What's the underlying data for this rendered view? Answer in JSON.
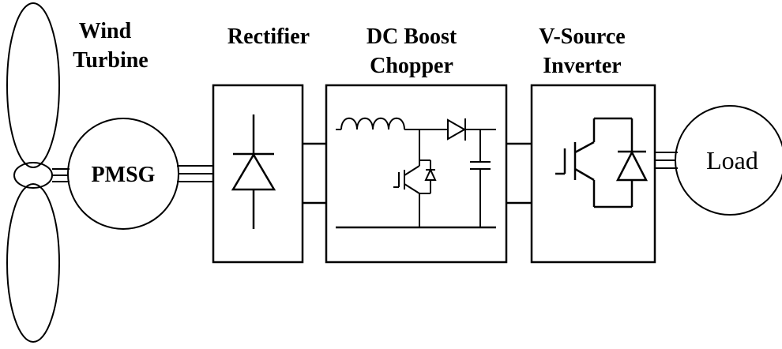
{
  "labels": {
    "wind_turbine_line1": "Wind",
    "wind_turbine_line2": "Turbine",
    "rectifier": "Rectifier",
    "dc_boost_line1": "DC Boost",
    "dc_boost_line2": "Chopper",
    "vsi_line1": "V-Source",
    "vsi_line2": "Inverter",
    "generator": "PMSG",
    "load": "Load"
  }
}
